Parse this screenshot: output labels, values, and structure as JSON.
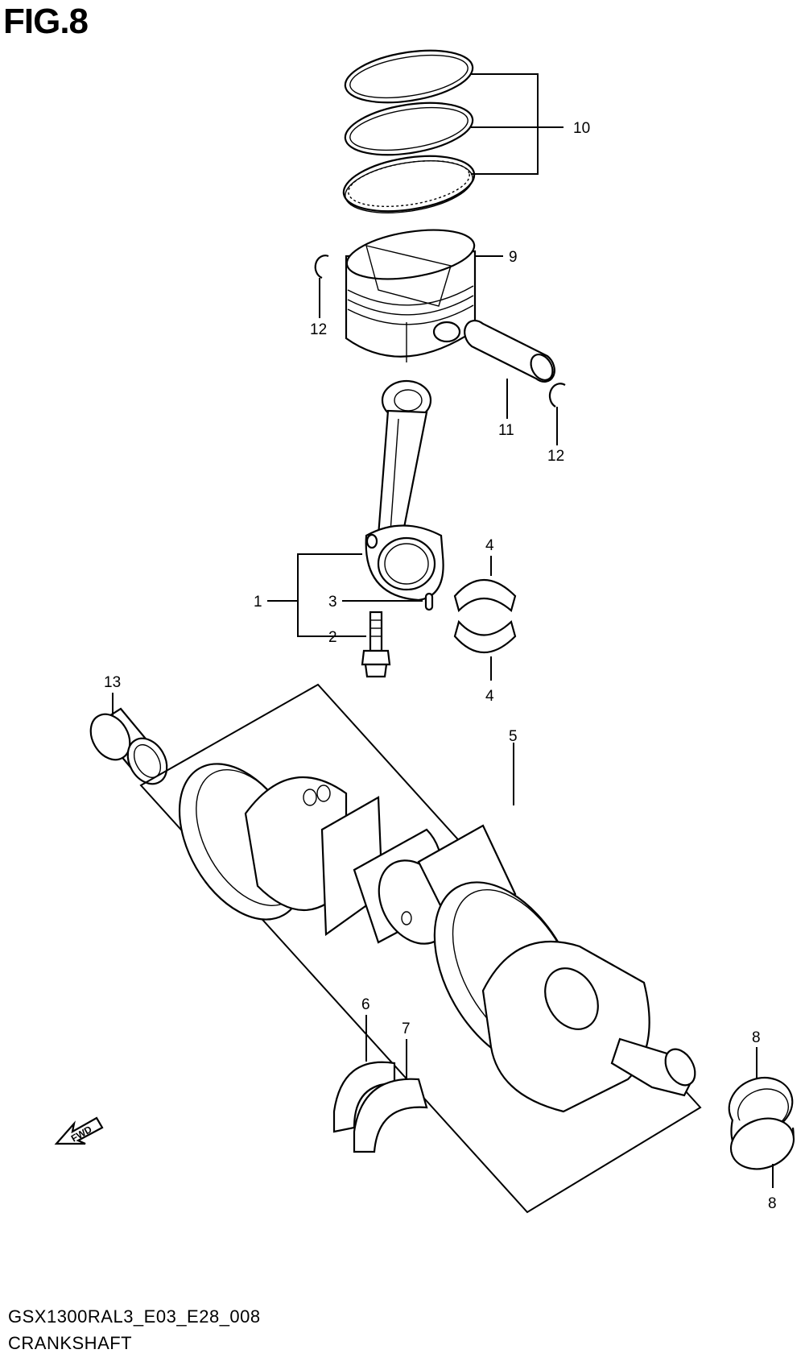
{
  "figure": {
    "title": "FIG.8",
    "code": "GSX1300RAL3_E03_E28_008",
    "name": "CRANKSHAFT"
  },
  "callouts": {
    "c1": "1",
    "c2": "2",
    "c3": "3",
    "c4a": "4",
    "c4b": "4",
    "c5": "5",
    "c6": "6",
    "c7": "7",
    "c8a": "8",
    "c8b": "8",
    "c9": "9",
    "c10": "10",
    "c11": "11",
    "c12a": "12",
    "c12b": "12",
    "c13": "13"
  },
  "fwd_label": "FWD"
}
